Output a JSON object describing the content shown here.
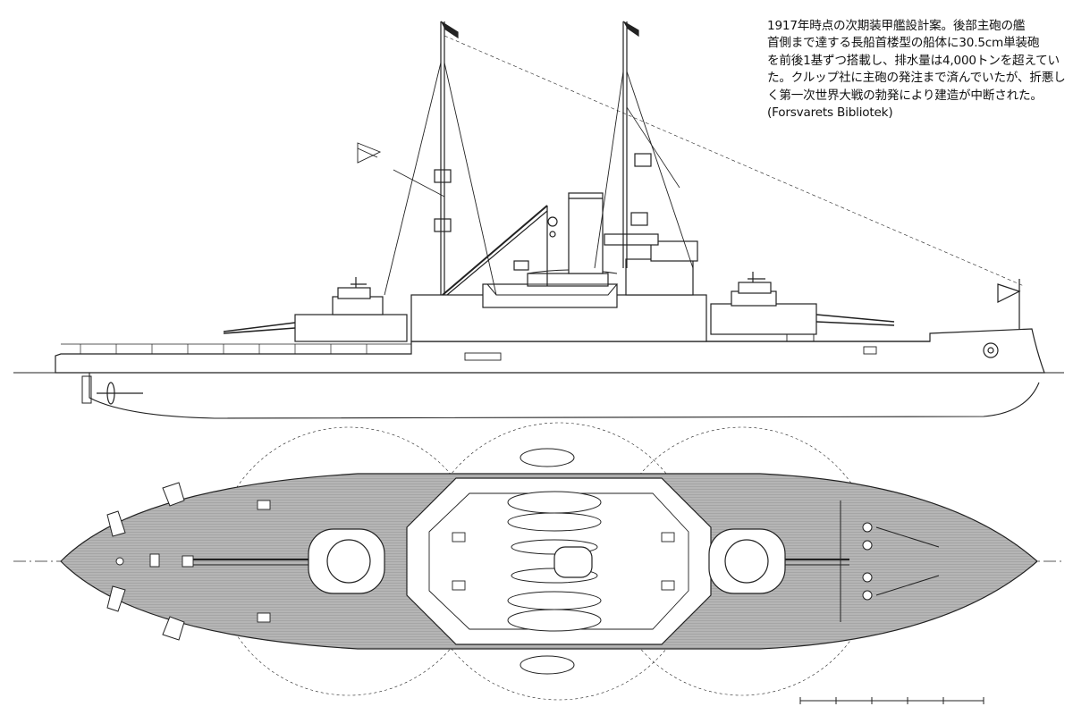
{
  "caption": {
    "lines": [
      "1917年時点の次期装甲艦設計案。後部主砲の艦",
      "首側まで達する長船首楼型の船体に30.5cm単装砲",
      "を前後1基ずつ搭載し、排水量は4,000トンを超えてい",
      "た。クルップ社に主砲の発注まで済んでいたが、折悪し",
      "く第一次世界大戦の勃発により建造が中断された。",
      "(Forsvarets Bibliotek)"
    ]
  },
  "colors": {
    "ink": "#222222",
    "deck": "#b8b8b8",
    "paper": "#ffffff"
  }
}
